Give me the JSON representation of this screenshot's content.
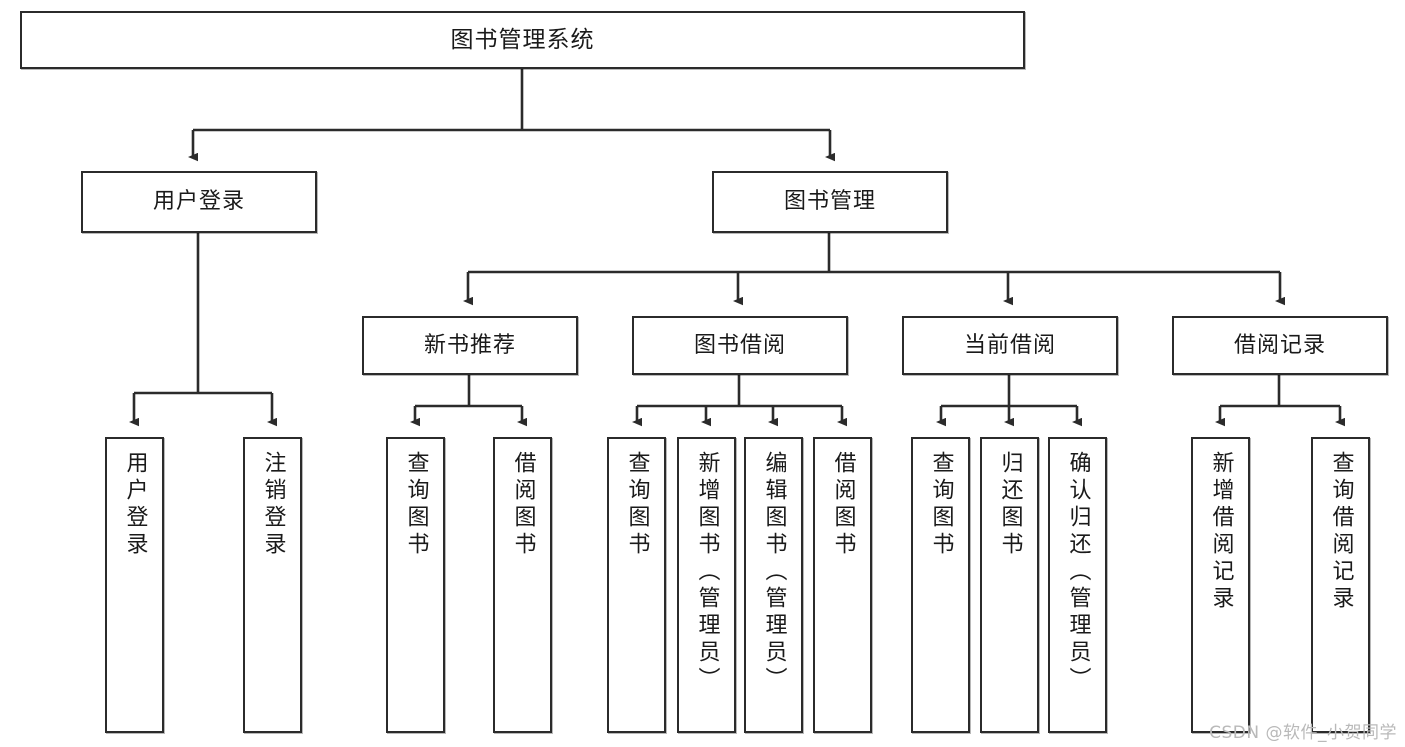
{
  "diagram": {
    "title": "图书管理系统",
    "type": "tree-hierarchy",
    "root": {
      "label": "图书管理系统"
    },
    "level1": [
      {
        "label": "用户登录"
      },
      {
        "label": "图书管理"
      }
    ],
    "level2": [
      {
        "label": "新书推荐",
        "parent": "图书管理"
      },
      {
        "label": "图书借阅",
        "parent": "图书管理"
      },
      {
        "label": "当前借阅",
        "parent": "图书管理"
      },
      {
        "label": "借阅记录",
        "parent": "图书管理"
      }
    ],
    "leaves": {
      "user_login": [
        {
          "label": "用户登录"
        },
        {
          "label": "注销登录"
        }
      ],
      "new_book_recommend": [
        {
          "label": "查询图书"
        },
        {
          "label": "借阅图书"
        }
      ],
      "book_borrow": [
        {
          "label": "查询图书"
        },
        {
          "label": "新增图书（管理员）"
        },
        {
          "label": "编辑图书（管理员）"
        },
        {
          "label": "借阅图书"
        }
      ],
      "current_borrow": [
        {
          "label": "查询图书"
        },
        {
          "label": "归还图书"
        },
        {
          "label": "确认归还（管理员）"
        }
      ],
      "borrow_record": [
        {
          "label": "新增借阅记录"
        },
        {
          "label": "查询借阅记录"
        }
      ]
    }
  },
  "watermark": {
    "text": "CSDN @软件_小贺同学"
  },
  "colors": {
    "border": "#2b2b2b",
    "background": "#ffffff",
    "text": "#1a1a1a",
    "watermark": "#b9b9b9"
  }
}
